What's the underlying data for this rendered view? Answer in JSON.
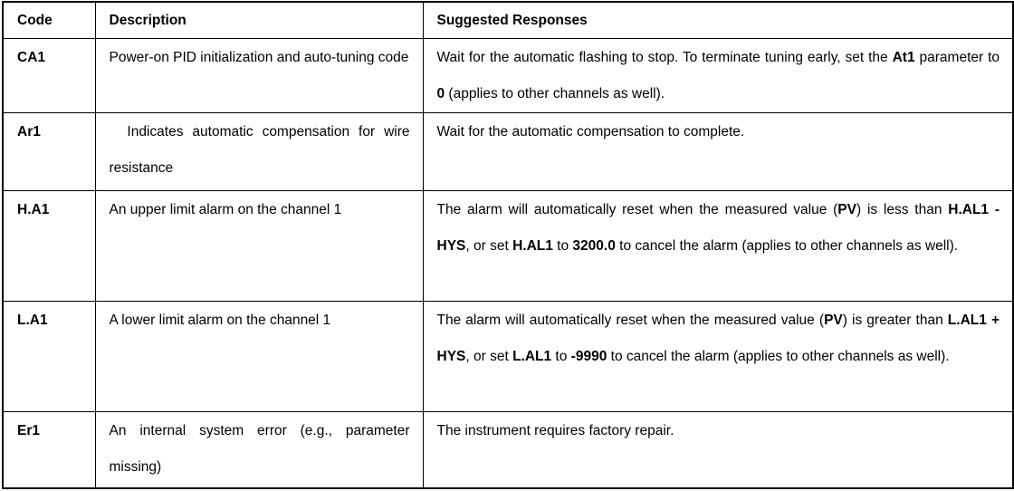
{
  "colors": {
    "background": "#ffffff",
    "border": "#000000",
    "text": "#000000"
  },
  "table": {
    "header": {
      "code": "Code",
      "description": "Description",
      "responses": "Suggested Responses"
    },
    "rows": [
      {
        "code": "CA1",
        "description": [
          {
            "text": "Power-on PID initialization and auto-tuning code",
            "bold": false
          }
        ],
        "response": [
          {
            "text": "Wait for the automatic flashing to stop. To terminate tuning early, set the ",
            "bold": false
          },
          {
            "text": "At1",
            "bold": true
          },
          {
            "text": " parameter to ",
            "bold": false
          },
          {
            "text": "0",
            "bold": true
          },
          {
            "text": " (applies to other channels as well).",
            "bold": false
          }
        ]
      },
      {
        "code": "Ar1",
        "description": [
          {
            "text": "  Indicates automatic compensation for wire resistance",
            "bold": false
          }
        ],
        "response": [
          {
            "text": "Wait for the automatic compensation to complete.",
            "bold": false
          }
        ]
      },
      {
        "code": "H.A1",
        "description": [
          {
            "text": "An upper limit alarm on the channel 1",
            "bold": false
          }
        ],
        "response": [
          {
            "text": "The alarm will automatically reset when the measured value (",
            "bold": false
          },
          {
            "text": "PV",
            "bold": true
          },
          {
            "text": ") is less than ",
            "bold": false
          },
          {
            "text": "H.AL1 - HYS",
            "bold": true
          },
          {
            "text": ", or set ",
            "bold": false
          },
          {
            "text": "H.AL1",
            "bold": true
          },
          {
            "text": " to ",
            "bold": false
          },
          {
            "text": "3200.0",
            "bold": true
          },
          {
            "text": " to cancel the alarm (applies to other channels as well).",
            "bold": false
          }
        ]
      },
      {
        "code": "L.A1",
        "description": [
          {
            "text": "A lower limit alarm on the channel 1",
            "bold": false
          }
        ],
        "response": [
          {
            "text": "The alarm will automatically reset when the measured value (",
            "bold": false
          },
          {
            "text": "PV",
            "bold": true
          },
          {
            "text": ") is greater than ",
            "bold": false
          },
          {
            "text": "L.AL1 + HYS",
            "bold": true
          },
          {
            "text": ", or set ",
            "bold": false
          },
          {
            "text": "L.AL1",
            "bold": true
          },
          {
            "text": " to ",
            "bold": false
          },
          {
            "text": "-9990",
            "bold": true
          },
          {
            "text": " to cancel the alarm (applies to other channels as well).",
            "bold": false
          }
        ]
      },
      {
        "code": "Er1",
        "description": [
          {
            "text": "An internal system error (e.g., parameter missing)",
            "bold": false
          }
        ],
        "response": [
          {
            "text": "The instrument requires factory repair.",
            "bold": false
          }
        ]
      }
    ]
  }
}
